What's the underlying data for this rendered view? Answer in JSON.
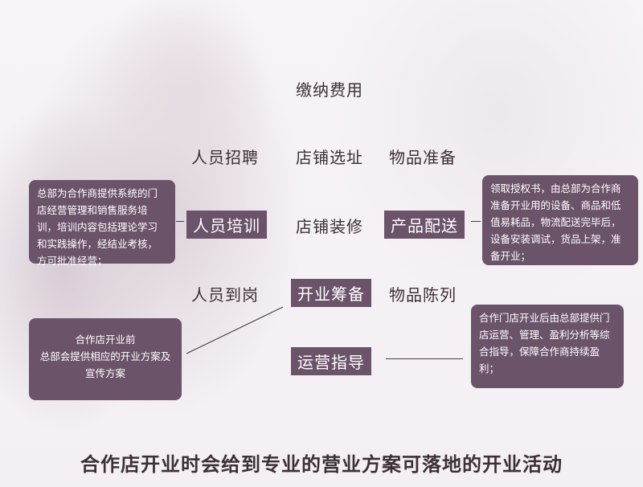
{
  "diagram": {
    "top": "缴纳费用",
    "row1": [
      "人员招聘",
      "店铺选址",
      "物品准备"
    ],
    "row2": [
      "人员培训",
      "店铺装修",
      "产品配送"
    ],
    "row3": [
      "人员到岗",
      "开业筹备",
      "物品陈列"
    ],
    "row4": "运营指导"
  },
  "boxes": {
    "training": "总部为合作商提供系统的门店经营管理和销售服务培训，培训内容包括理论学习和实践操作，经结业考核，方可批准经营；",
    "delivery": "领取授权书，由总部为合作商准备开业用的设备、商品和低值易耗品，物流配送完毕后，设备安装调试，货品上架，准备开业；",
    "opening_line1": "合作店开业前",
    "opening_line2": "总部会提供相应的开业方案及宣传方案",
    "operations": "合作门店开业后由总部提供门店运营、管理、盈利分析等综合指导，保障合作商持续盈利；"
  },
  "footer": "合作店开业时会给到专业的营业方案可落地的开业活动",
  "colors": {
    "accent": "#6b536a",
    "text": "#3b3036"
  }
}
